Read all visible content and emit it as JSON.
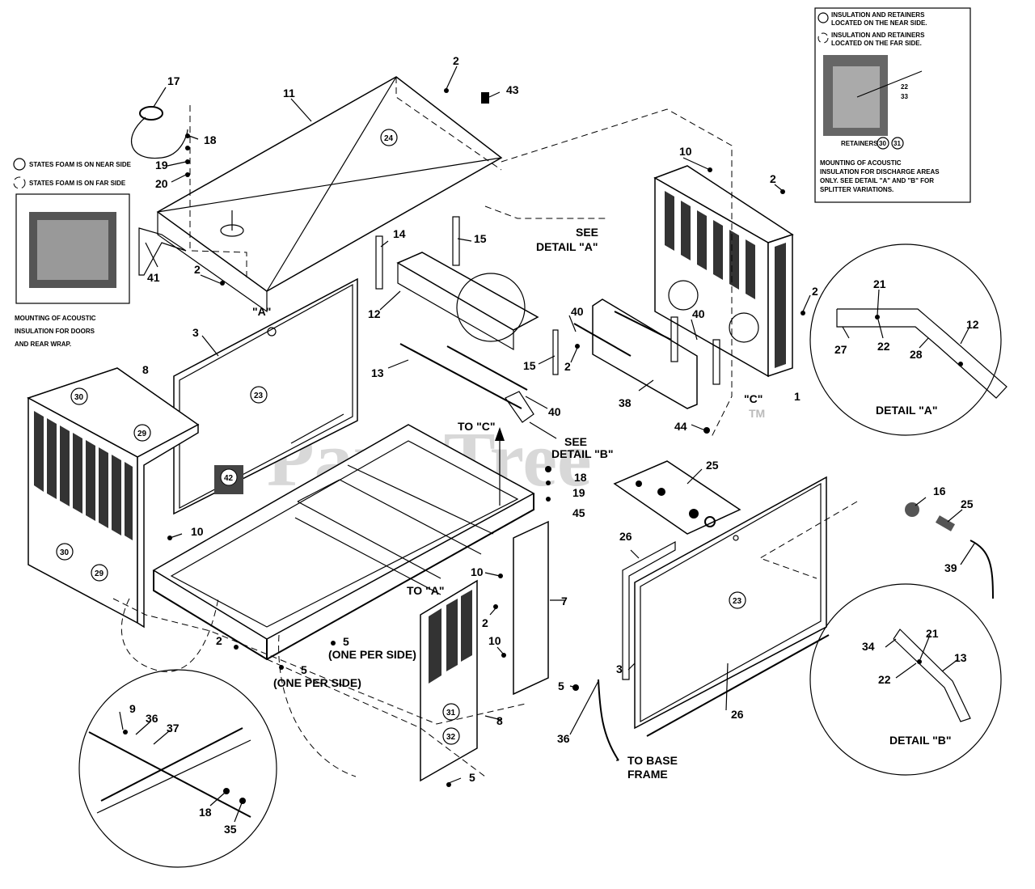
{
  "watermark": "PartsTree",
  "watermark_tm": "TM",
  "legend_left": {
    "rear": "STATES FOAM IS ON NEAR SIDE",
    "far": "STATES FOAM IS ON FAR SIDE",
    "caption": [
      "MOUNTING OF ACOUSTIC",
      "INSULATION FOR DOORS",
      "AND REAR WRAP."
    ]
  },
  "legend_right": {
    "rear": [
      "INSULATION AND RETAINERS",
      "LOCATED ON THE NEAR SIDE."
    ],
    "far": [
      "INSULATION AND RETAINERS",
      "LOCATED ON THE FAR SIDE."
    ],
    "parts": [
      "22",
      "33"
    ],
    "retainers": "RETAINERS",
    "retainer_nums": [
      "30",
      "31"
    ],
    "caption": [
      "MOUNTING OF ACOUSTIC",
      "INSULATION FOR DISCHARGE AREAS",
      "ONLY. SEE DETAIL \"A\" AND \"B\" FOR",
      "SPLITTER VARIATIONS."
    ]
  },
  "callouts": {
    "c17": "17",
    "c18a": "18",
    "c19a": "19",
    "c20": "20",
    "c11": "11",
    "c2a": "2",
    "c43": "43",
    "c41": "41",
    "c2b": "2",
    "cA1": "\"A\"",
    "c3a": "3",
    "c14": "14",
    "c15a": "15",
    "c12a": "12",
    "seeA": "SEE",
    "detA": "DETAIL \"A\"",
    "c10a": "10",
    "c2c": "2",
    "c2d": "2",
    "c40a": "40",
    "c40b": "40",
    "c15b": "15",
    "c2e": "2",
    "c38": "38",
    "cC": "\"C\"",
    "c1": "1",
    "c13a": "13",
    "c40c": "40",
    "toC": "TO \"C\"",
    "seeB": "SEE",
    "detB": "DETAIL \"B\"",
    "c44": "44",
    "c25a": "25",
    "c8a": "8",
    "c18b": "18",
    "c19b": "19",
    "c45": "45",
    "c10b": "10",
    "c10c": "10",
    "toA": "TO \"A\"",
    "c2f": "2",
    "c7": "7",
    "c10d": "10",
    "c5a": "5",
    "ones1": "(ONE PER SIDE)",
    "c5b": "5",
    "ones2": "(ONE PER SIDE)",
    "c2g": "2",
    "c26a": "26",
    "c3b": "3",
    "c26b": "26",
    "c16": "16",
    "c25b": "25",
    "c39": "39",
    "c5c": "5",
    "c36a": "36",
    "toBase1": "TO BASE",
    "toBase2": "FRAME",
    "c8b": "8",
    "c5d": "5",
    "c9": "9",
    "c36b": "36",
    "c37": "37",
    "c18c": "18",
    "c35": "35",
    "dA21": "21",
    "dA12": "12",
    "dA27": "27",
    "dA22": "22",
    "dA28": "28",
    "detailA": "DETAIL \"A\"",
    "dB34": "34",
    "dB21": "21",
    "dB13": "13",
    "dB22": "22",
    "detailB": "DETAIL \"B\""
  },
  "circled": {
    "n24": "24",
    "n23a": "23",
    "n30a": "30",
    "n29a": "29",
    "n30b": "30",
    "n29b": "29",
    "n42": "42",
    "n23b": "23",
    "n31": "31",
    "n32": "32"
  }
}
